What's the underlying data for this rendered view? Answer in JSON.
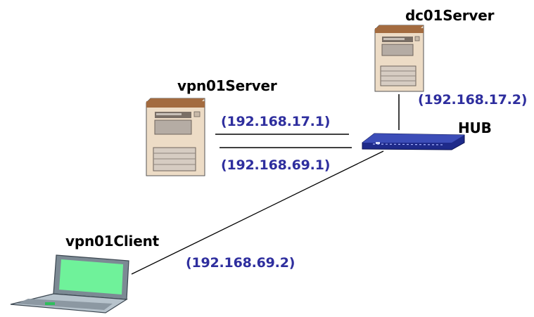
{
  "nodes": {
    "dc_server": {
      "label": "dc01Server"
    },
    "vpn_server": {
      "label": "vpn01Server"
    },
    "hub": {
      "label": "HUB"
    },
    "vpn_client": {
      "label": "vpn01Client"
    }
  },
  "addresses": {
    "dc_server_ip": "(192.168.17.2)",
    "vpn_server_ip_internal": "(192.168.17.1)",
    "vpn_server_ip_external": "(192.168.69.1)",
    "vpn_client_ip": "(192.168.69.2)"
  },
  "colors": {
    "ip_text": "#2e2e9e",
    "line": "#000000",
    "server_case": "#eddcc6",
    "server_top": "#a36b3f",
    "hub_body": "#1e2a8a",
    "laptop_screen": "#6ff29a"
  }
}
